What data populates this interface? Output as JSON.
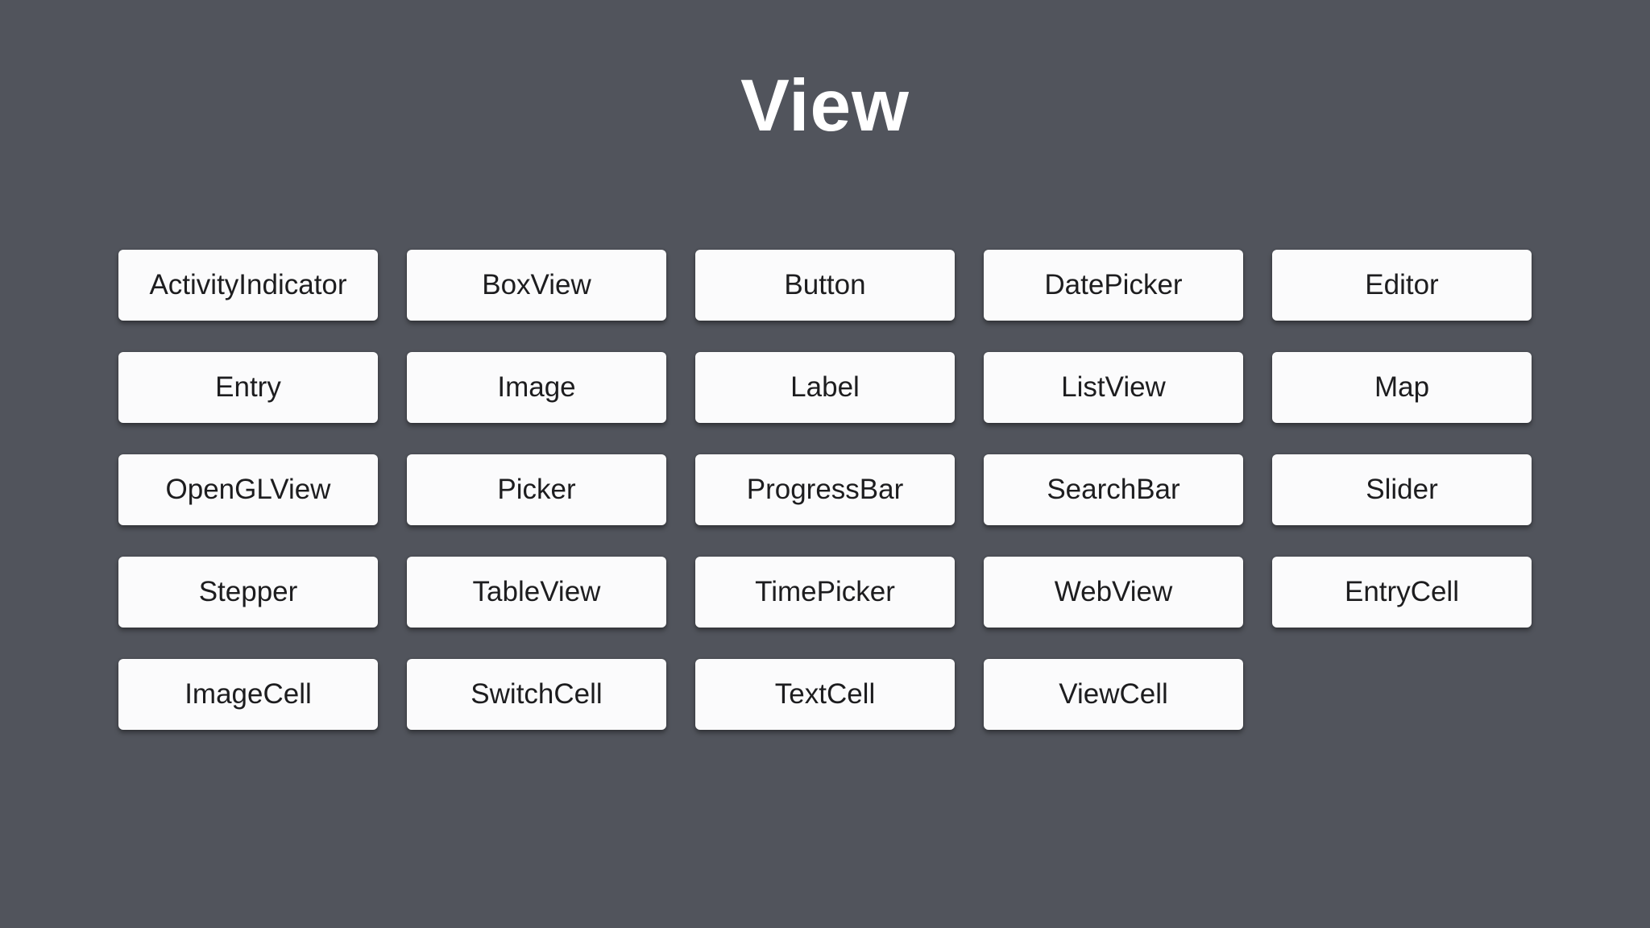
{
  "page": {
    "title": "View"
  },
  "colors": {
    "background": "#51545C",
    "button_background": "#FBFBFC",
    "button_text": "#1D1D1F",
    "title_text": "#FFFFFF"
  },
  "buttons": [
    "ActivityIndicator",
    "BoxView",
    "Button",
    "DatePicker",
    "Editor",
    "Entry",
    "Image",
    "Label",
    "ListView",
    "Map",
    "OpenGLView",
    "Picker",
    "ProgressBar",
    "SearchBar",
    "Slider",
    "Stepper",
    "TableView",
    "TimePicker",
    "WebView",
    "EntryCell",
    "ImageCell",
    "SwitchCell",
    "TextCell",
    "ViewCell"
  ]
}
